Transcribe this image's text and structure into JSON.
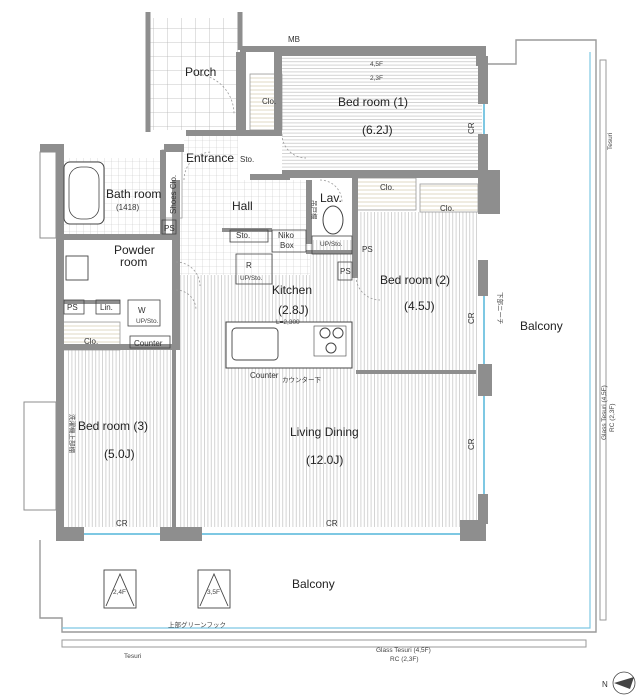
{
  "rooms": {
    "porch": "Porch",
    "bed1": "Bed room (1)",
    "bed1_size": "(6.2J)",
    "entrance": "Entrance",
    "hall": "Hall",
    "lav": "Lav.",
    "bath": "Bath room",
    "bath_size": "(1418)",
    "powder_line1": "Powder",
    "powder_line2": "room",
    "kitchen": "Kitchen",
    "kitchen_size": "(2.8J)",
    "bed2": "Bed room (2)",
    "bed2_size": "(4.5J)",
    "bed3": "Bed room (3)",
    "bed3_size": "(5.0J)",
    "living": "Living Dining",
    "living_size": "(12.0J)",
    "balcony_side": "Balcony",
    "balcony_bottom": "Balcony"
  },
  "fixtures": {
    "mb": "MB",
    "clo": "Clo.",
    "sto": "Sto.",
    "shoes_clo": "Shoes Clo.",
    "ps": "PS",
    "lin": "Lin.",
    "w": "W",
    "up_sto": "UP/Sto.",
    "r": "R",
    "counter": "Counter",
    "counter_jp": "カウンター下",
    "niko_line1": "Niko",
    "niko_line2": "Box",
    "l_dim": "L=2,300",
    "cr": "CR",
    "floor_45": "4,5F",
    "floor_23": "2,3F",
    "floor_24": "2,4F",
    "floor_35": "3,5F",
    "green_hook": "上部グリーンフック",
    "tesuri": "Tesuri",
    "glass_tesuri_line1": "Glass Tesuri (4,5F)",
    "glass_tesuri_line2": "RC (2,3F)",
    "bath_side_note": "洗濯機上部棚",
    "hanger_note": "吊戸棚",
    "side_note": "下部ニーチ",
    "north": "N"
  },
  "colors": {
    "wall": "#8e8e8e",
    "floor_line": "#c9c9c9",
    "window": "#7ec8e3",
    "porch_tile": "#b5b5b5"
  }
}
